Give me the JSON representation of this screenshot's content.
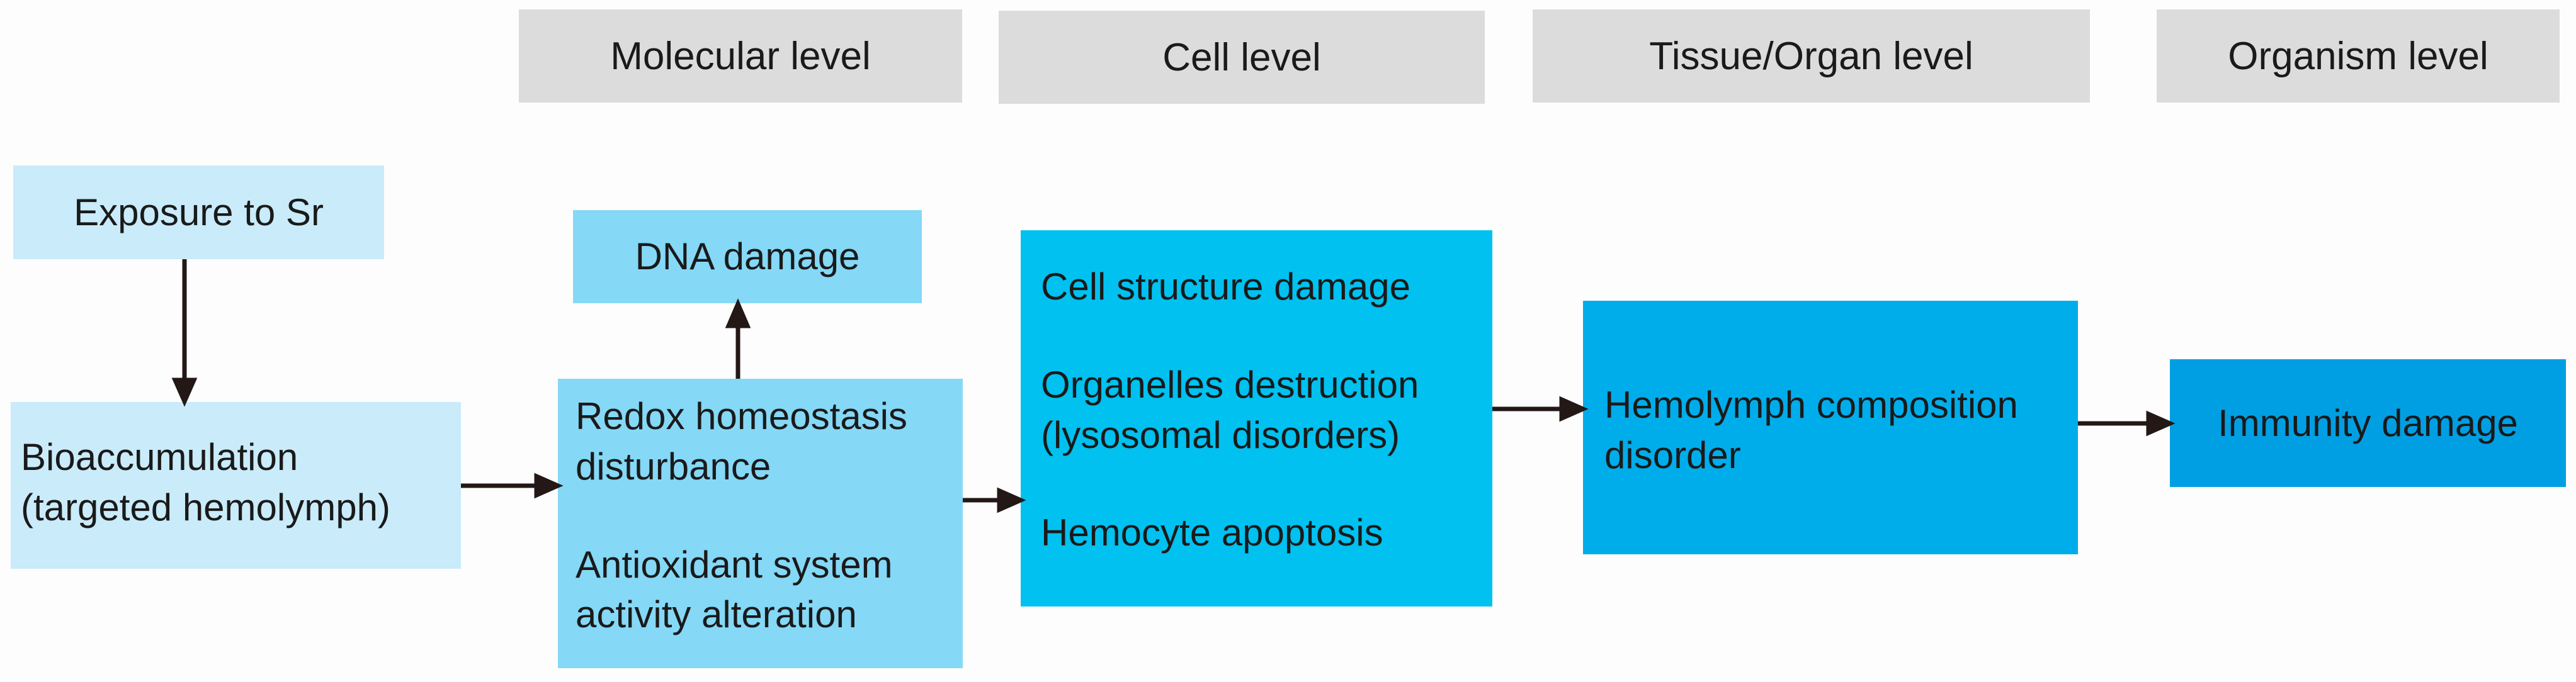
{
  "levels": {
    "molecular": "Molecular level",
    "cell": "Cell level",
    "tissue": "Tissue/Organ level",
    "organism": "Organism level"
  },
  "boxes": {
    "exposure": "Exposure to Sr",
    "bioaccumulation": [
      "Bioaccumulation",
      "(targeted hemolymph)"
    ],
    "dna_damage": "DNA damage",
    "redox": [
      "Redox homeostasis",
      "disturbance"
    ],
    "antioxidant": [
      "Antioxidant system",
      "activity alteration"
    ],
    "cell_structure": "Cell structure damage",
    "organelles": [
      "Organelles destruction",
      "(lysosomal disorders)"
    ],
    "hemocyte": "Hemocyte apoptosis",
    "hemolymph": [
      "Hemolymph composition",
      "disorder"
    ],
    "immunity": "Immunity damage"
  },
  "colors": {
    "header_gray": "#dcdcdc",
    "pale_blue": "#c9ebfa",
    "light_blue": "#85d8f6",
    "cyan": "#00c1ef",
    "mid_blue": "#00adeb",
    "deep_blue": "#009fe3",
    "arrow": "#231815"
  }
}
